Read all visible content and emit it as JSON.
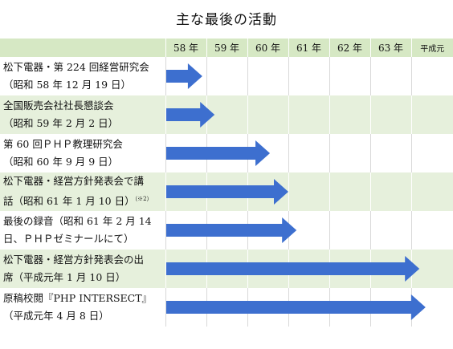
{
  "title": "主な最後の活動",
  "colors": {
    "arrow": "#3d6fcf",
    "header_band": "#d6e8c4",
    "stripe": "#e6f0dc"
  },
  "columns": [
    "58 年",
    "59 年",
    "60 年",
    "61 年",
    "62 年",
    "63 年",
    "平成元"
  ],
  "activities": [
    {
      "line1": "松下電器・第 224 回経営研究会",
      "line2": "（昭和 58 年 12 月 19 日）",
      "note": "",
      "end_col": 0.9
    },
    {
      "line1": "全国販売会社社長懇談会",
      "line2": "（昭和 59 年 2 月 2 日）",
      "note": "",
      "end_col": 1.2
    },
    {
      "line1": "第 60 回ＰＨＰ教理研究会",
      "line2": "（昭和 60 年 9 月 9 日）",
      "note": "",
      "end_col": 2.55
    },
    {
      "line1": "松下電器・経営方針発表会で講",
      "line2": "話（昭和 61 年 1 月 10 日）",
      "note": "（※2）",
      "end_col": 3.0
    },
    {
      "line1": "最後の録音（昭和 61 年 2 月 14",
      "line2": "日、ＰＨＰゼミナールにて）",
      "note": "",
      "end_col": 3.2
    },
    {
      "line1": "松下電器・経営方針発表会の出",
      "line2": "席（平成元年 1 月 10 日）",
      "note": "",
      "end_col": 6.2
    },
    {
      "line1": "原稿校閲『PHP INTERSECT』",
      "line2": "（平成元年 4 月 8 日）",
      "note": "",
      "end_col": 6.35
    }
  ]
}
